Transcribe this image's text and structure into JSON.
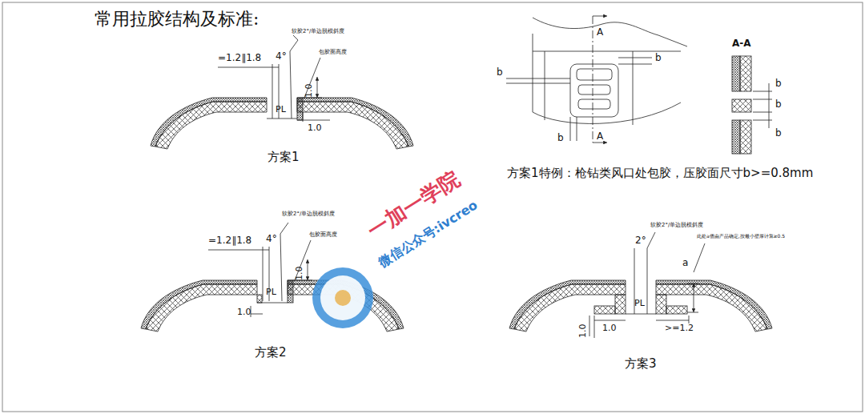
{
  "diagram": {
    "title": "常用拉胶结构及标准:",
    "labels": [
      "=1.2∥1.8",
      "4°",
      "软胶2°/单边脱模斜度",
      "包胶面高度",
      "1.0",
      "PL",
      "1.0",
      "方案1",
      "A",
      "b",
      "b",
      "b",
      "A",
      "A-A",
      "b",
      "b",
      "b",
      "方案1特例：枪钻类风口处包胶，压胶面尺寸b>=0.8mm",
      "=1.2∥1.8",
      "4°",
      "软胶2°/单边脱模斜度",
      "包胶面高度",
      "1.0",
      "PL",
      "1.0",
      "方案2",
      "2°",
      "软胶2°/单边脱模斜度",
      "此处a值由产品确定,按最小壁厚计算≥0.5",
      "a",
      "1.0",
      "1.0",
      "PL",
      ">=1.2",
      "方案3",
      "一加一学院",
      "微信公众号:ivcreo"
    ]
  }
}
